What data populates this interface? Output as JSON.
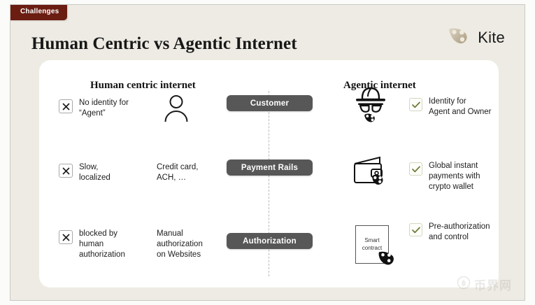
{
  "badge": {
    "label": "Challenges"
  },
  "title": "Human Centric vs Agentic Internet",
  "brand": {
    "name": "Kite",
    "logo_icon": "kite-logo-icon",
    "logo_color": "#c9bfa8"
  },
  "columns": {
    "left_header": "Human centric internet",
    "right_header": "Agentic internet"
  },
  "accent": {
    "badge_bg": "#6b1d12",
    "pill_bg": "#575757",
    "check_color": "#6b7a35",
    "page_bg": "#edebe3",
    "card_bg": "#ffffff"
  },
  "rows": [
    {
      "x_icon": "x-mark-icon",
      "left_text": "No identity for\n“Agent”",
      "left_text_line1": "No identity for",
      "left_text_line2": "“Agent”",
      "mid_text_line1": "",
      "mid_text_line2": "",
      "left_icon": "person-icon",
      "pill_label": "Customer",
      "right_icon": "agent-hat-glasses-icon",
      "check_icon": "check-mark-icon",
      "right_text_line1": "Identity for",
      "right_text_line2": "Agent and Owner",
      "right_text_line3": ""
    },
    {
      "x_icon": "x-mark-icon",
      "left_text_line1": "Slow,",
      "left_text_line2": "localized",
      "mid_text_line1": "Credit card,",
      "mid_text_line2": "ACH, …",
      "pill_label": "Payment Rails",
      "right_icon": "wallet-icon",
      "check_icon": "check-mark-icon",
      "right_text_line1": "Global instant",
      "right_text_line2": "payments with",
      "right_text_line3": "crypto wallet"
    },
    {
      "x_icon": "x-mark-icon",
      "left_text_line1": "blocked by",
      "left_text_line2": "human",
      "left_text_line3": "authorization",
      "mid_text_line1": "Manual",
      "mid_text_line2": "authorization",
      "mid_text_line3": "on Websites",
      "pill_label": "Authorization",
      "right_icon": "smart-contract-icon",
      "right_icon_label_line1": "Smart",
      "right_icon_label_line2": "contract",
      "check_icon": "check-mark-icon",
      "right_text_line1": "Pre-authorization",
      "right_text_line2": "and control",
      "right_text_line3": ""
    }
  ],
  "watermark": {
    "text": "币界网",
    "icon": "coin-icon"
  }
}
